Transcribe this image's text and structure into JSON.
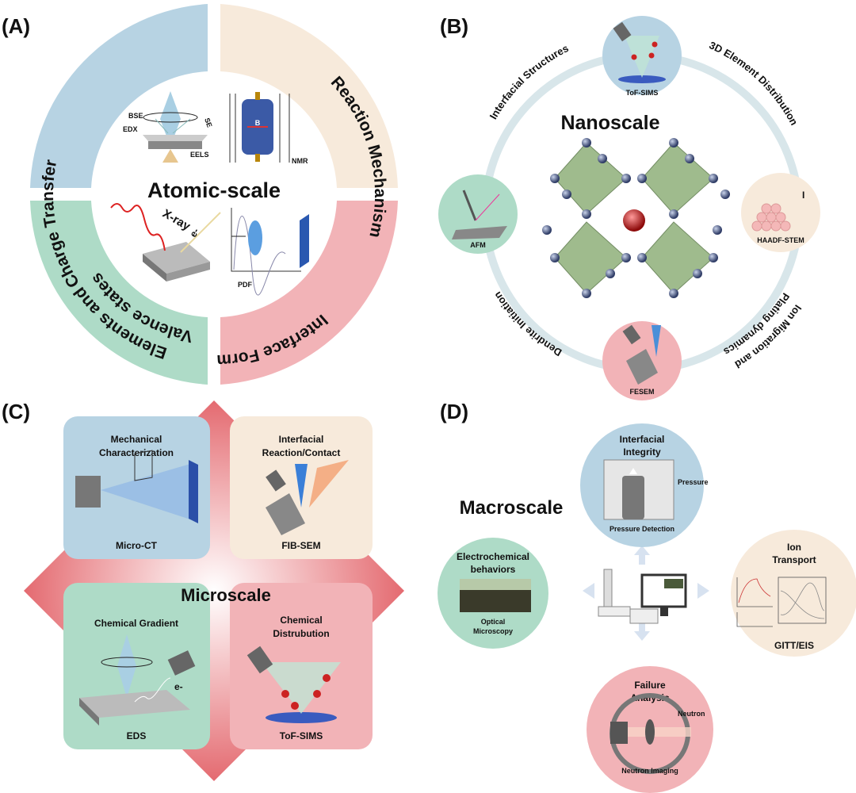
{
  "colors": {
    "blue": "#b7d3e3",
    "peach": "#f7eadb",
    "green": "#aedbc7",
    "pink": "#f2b3b7",
    "red": "#e46a70"
  },
  "panel_a": {
    "label": "(A)",
    "title": "Atomic-scale",
    "segments": [
      "Charge Transfer",
      "Reaction Mechanism",
      "Elements and",
      "Valence states",
      "Interface Formation"
    ],
    "annotations": [
      "BSE",
      "EDX",
      "SE",
      "EELS",
      "B",
      "NMR",
      "X-ray",
      "e-",
      "PDF"
    ]
  },
  "panel_b": {
    "label": "(B)",
    "title": "Nanoscale",
    "nodes": [
      "ToF-SIMS",
      "AFM",
      "HAADF-STEM",
      "FESEM",
      "I"
    ],
    "arcs": [
      "Interfacial Structures",
      "3D Element Distribution",
      "Ion Migration and",
      "Plating dynamics",
      "Dendrite Initiation"
    ]
  },
  "panel_c": {
    "label": "(C)",
    "title": "Microscale",
    "boxes": [
      {
        "title": "Mechanical Characterization",
        "title_lines": [
          "Mechanical",
          "Characterization"
        ],
        "method": "Micro-CT"
      },
      {
        "title_lines": [
          "Interfacial",
          "Reaction/Contact"
        ],
        "method": "FIB-SEM"
      },
      {
        "title_lines": [
          "Chemical Gradient"
        ],
        "method": "EDS",
        "note": "e-"
      },
      {
        "title_lines": [
          "Chemical",
          "Distrubution"
        ],
        "method": "ToF-SIMS"
      }
    ]
  },
  "panel_d": {
    "label": "(D)",
    "title": "Macroscale",
    "circles": [
      {
        "title_lines": [
          "Interfacial",
          "Integrity"
        ],
        "method": "Pressure Detection",
        "note": "Pressure"
      },
      {
        "title_lines": [
          "Electrochemical",
          "behaviors"
        ],
        "method_lines": [
          "Optical",
          "Microscopy"
        ]
      },
      {
        "title_lines": [
          "Ion",
          "Transport"
        ],
        "method": "GITT/EIS"
      },
      {
        "title_lines": [
          "Failure",
          "Analysis"
        ],
        "method": "Neutron Imaging",
        "note": "Neutron"
      }
    ]
  }
}
